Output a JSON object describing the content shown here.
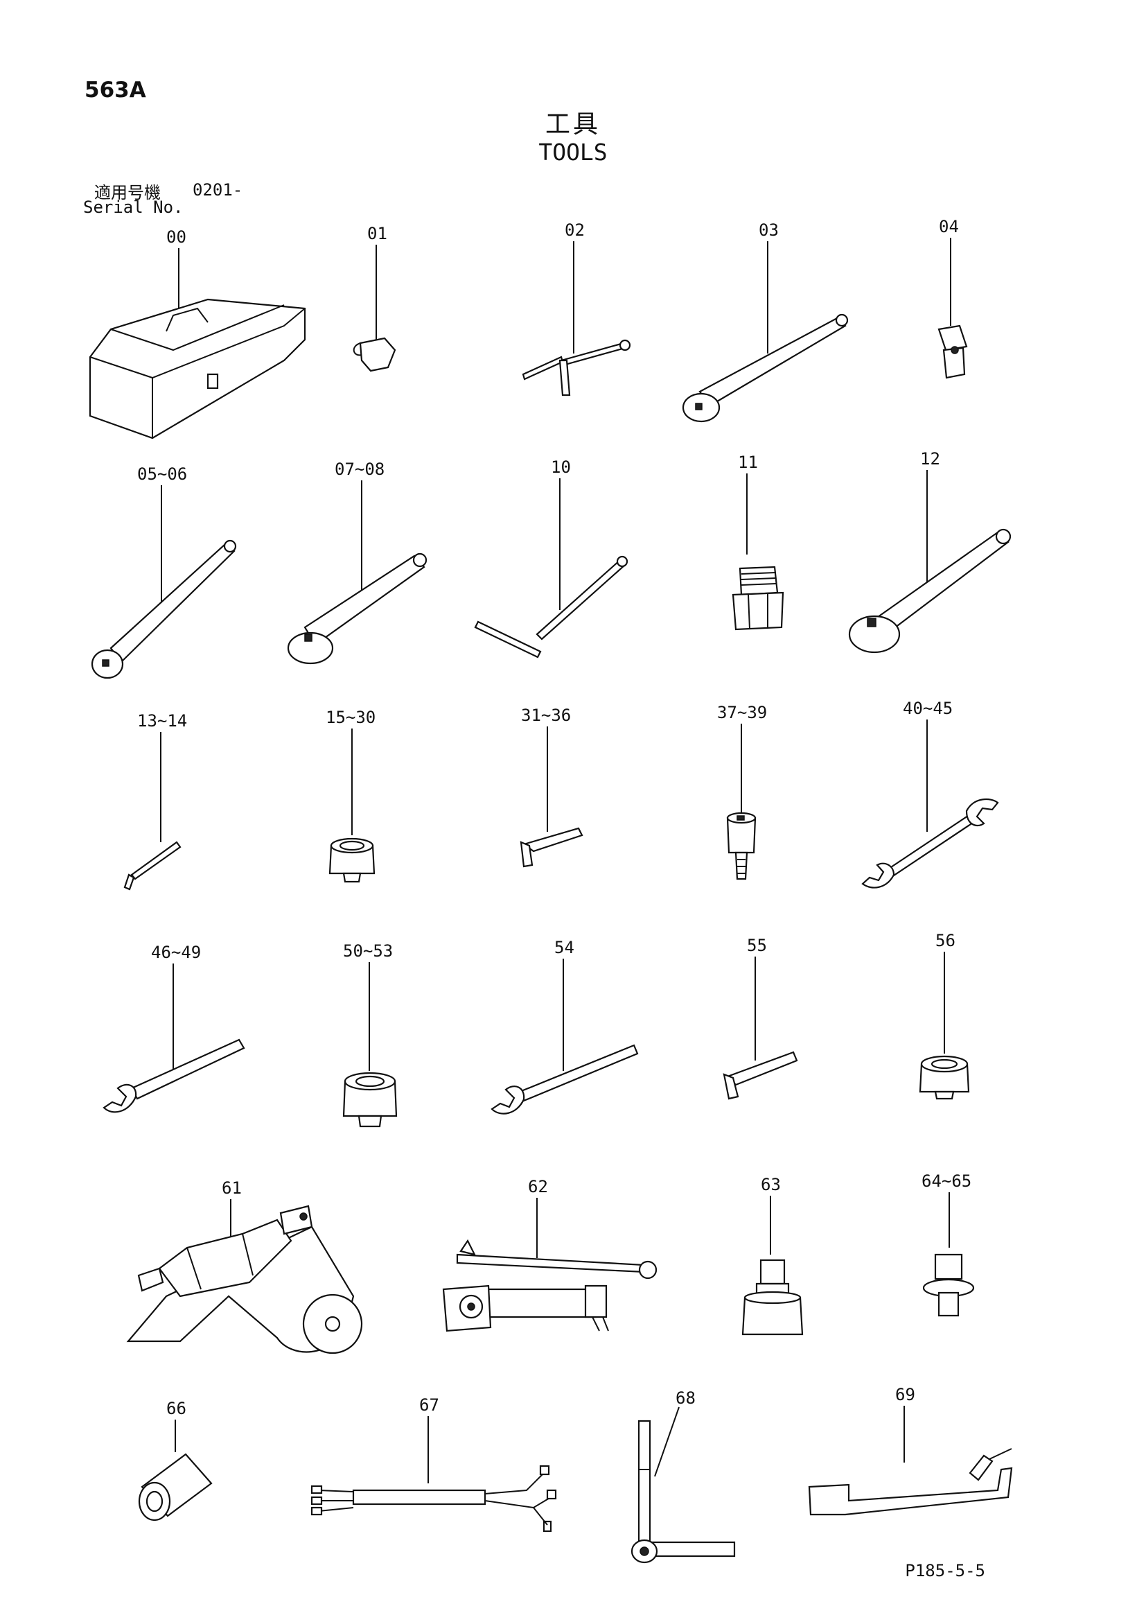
{
  "page_code": "563A",
  "title_jp": "工具",
  "title_en": "TOOLS",
  "serial_label_jp": "適用号機",
  "serial_value": "0201-",
  "serial_label_en": "Serial No.",
  "page_reference": "P185-5-5",
  "items": [
    {
      "key": "00",
      "label": "00"
    },
    {
      "key": "01",
      "label": "01"
    },
    {
      "key": "02",
      "label": "02"
    },
    {
      "key": "03",
      "label": "03"
    },
    {
      "key": "04",
      "label": "04"
    },
    {
      "key": "05",
      "label": "05~06"
    },
    {
      "key": "07",
      "label": "07~08"
    },
    {
      "key": "10",
      "label": "10"
    },
    {
      "key": "11",
      "label": "11"
    },
    {
      "key": "12",
      "label": "12"
    },
    {
      "key": "13",
      "label": "13~14"
    },
    {
      "key": "15",
      "label": "15~30"
    },
    {
      "key": "31",
      "label": "31~36"
    },
    {
      "key": "37",
      "label": "37~39"
    },
    {
      "key": "40",
      "label": "40~45"
    },
    {
      "key": "46",
      "label": "46~49"
    },
    {
      "key": "50",
      "label": "50~53"
    },
    {
      "key": "54",
      "label": "54"
    },
    {
      "key": "55",
      "label": "55"
    },
    {
      "key": "56",
      "label": "56"
    },
    {
      "key": "61",
      "label": "61"
    },
    {
      "key": "62",
      "label": "62"
    },
    {
      "key": "63",
      "label": "63"
    },
    {
      "key": "64",
      "label": "64~65"
    },
    {
      "key": "66",
      "label": "66"
    },
    {
      "key": "67",
      "label": "67"
    },
    {
      "key": "68",
      "label": "68"
    },
    {
      "key": "69",
      "label": "69"
    }
  ]
}
